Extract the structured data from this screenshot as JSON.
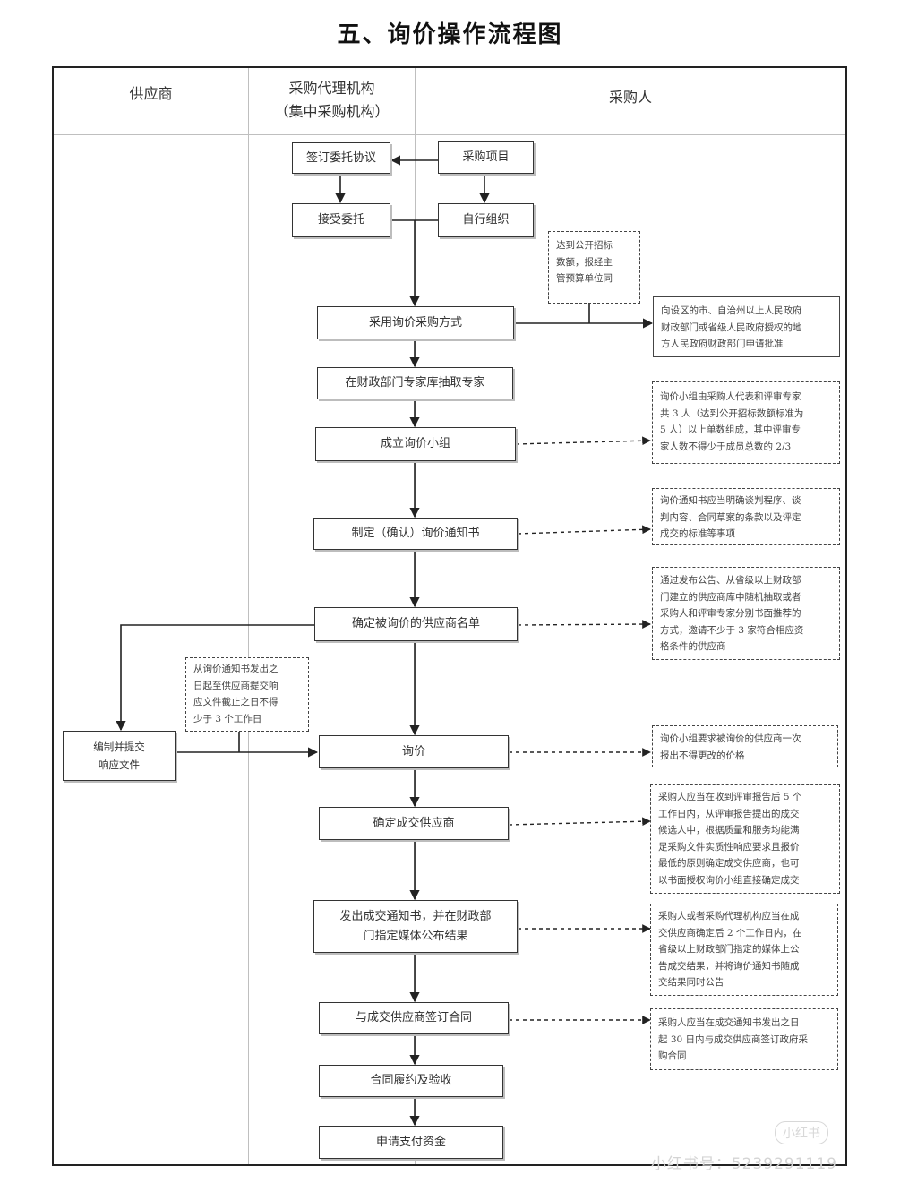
{
  "title": "五、询价操作流程图",
  "lanes": {
    "supplier": "供应商",
    "agency_line1": "采购代理机构",
    "agency_line2": "（集中采购机构）",
    "purchaser": "采购人"
  },
  "boxes": {
    "sign_agreement": "签订委托协议",
    "purchase_project": "采购项目",
    "accept_entrust": "接受委托",
    "self_organize": "自行组织",
    "adopt_inquiry": "采用询价采购方式",
    "extract_experts": "在财政部门专家库抽取专家",
    "form_panel": "成立询价小组",
    "draft_notice": "制定（确认）询价通知书",
    "determine_suppliers": "确定被询价的供应商名单",
    "prepare_response_line1": "编制并提交",
    "prepare_response_line2": "响应文件",
    "inquiry": "询价",
    "determine_winner": "确定成交供应商",
    "issue_notice_line1": "发出成交通知书，并在财政部",
    "issue_notice_line2": "门指定媒体公布结果",
    "sign_contract": "与成交供应商签订合同",
    "perform_accept": "合同履约及验收",
    "apply_payment": "申请支付资金"
  },
  "notes": {
    "threshold_line1": "达到公开招标",
    "threshold_line2": "数额，报经主",
    "threshold_line3": "管预算单位同",
    "approval_line1": "向设区的市、自治州以上人民政府",
    "approval_line2": "财政部门或省级人民政府授权的地",
    "approval_line3": "方人民政府财政部门申请批准",
    "panel_line1": "询价小组由采购人代表和评审专家",
    "panel_line2": "共 3 人（达到公开招标数额标准为",
    "panel_line3": "5 人）以上单数组成，其中评审专",
    "panel_line4": "家人数不得少于成员总数的 2/3",
    "notice_line1": "询价通知书应当明确谈判程序、谈",
    "notice_line2": "判内容、合同草案的条款以及评定",
    "notice_line3": "成交的标准等事项",
    "suppliers_line1": "通过发布公告、从省级以上财政部",
    "suppliers_line2": "门建立的供应商库中随机抽取或者",
    "suppliers_line3": "采购人和评审专家分别书面推荐的",
    "suppliers_line4": "方式，邀请不少于 3 家符合相应资",
    "suppliers_line5": "格条件的供应商",
    "deadline_line1": "从询价通知书发出之",
    "deadline_line2": "日起至供应商提交响",
    "deadline_line3": "应文件截止之日不得",
    "deadline_line4": "少于 3 个工作日",
    "inquiry_line1": "询价小组要求被询价的供应商一次",
    "inquiry_line2": "报出不得更改的价格",
    "winner_line1": "采购人应当在收到评审报告后 5 个",
    "winner_line2": "工作日内，从评审报告提出的成交",
    "winner_line3": "候选人中，根据质量和服务均能满",
    "winner_line4": "足采购文件实质性响应要求且报价",
    "winner_line5": "最低的原则确定成交供应商，也可",
    "winner_line6": "以书面授权询价小组直接确定成交",
    "publish_line1": "采购人或者采购代理机构应当在成",
    "publish_line2": "交供应商确定后 2 个工作日内，在",
    "publish_line3": "省级以上财政部门指定的媒体上公",
    "publish_line4": "告成交结果，并将询价通知书随成",
    "publish_line5": "交结果同时公告",
    "contract_line1": "采购人应当在成交通知书发出之日",
    "contract_line2": "起 30 日内与成交供应商签订政府采",
    "contract_line3": "购合同"
  },
  "watermark": {
    "logo": "小红书",
    "text": "小红书号：5239291119"
  },
  "colors": {
    "line": "#222222",
    "border": "#333333",
    "divider": "#bfbfbf"
  }
}
